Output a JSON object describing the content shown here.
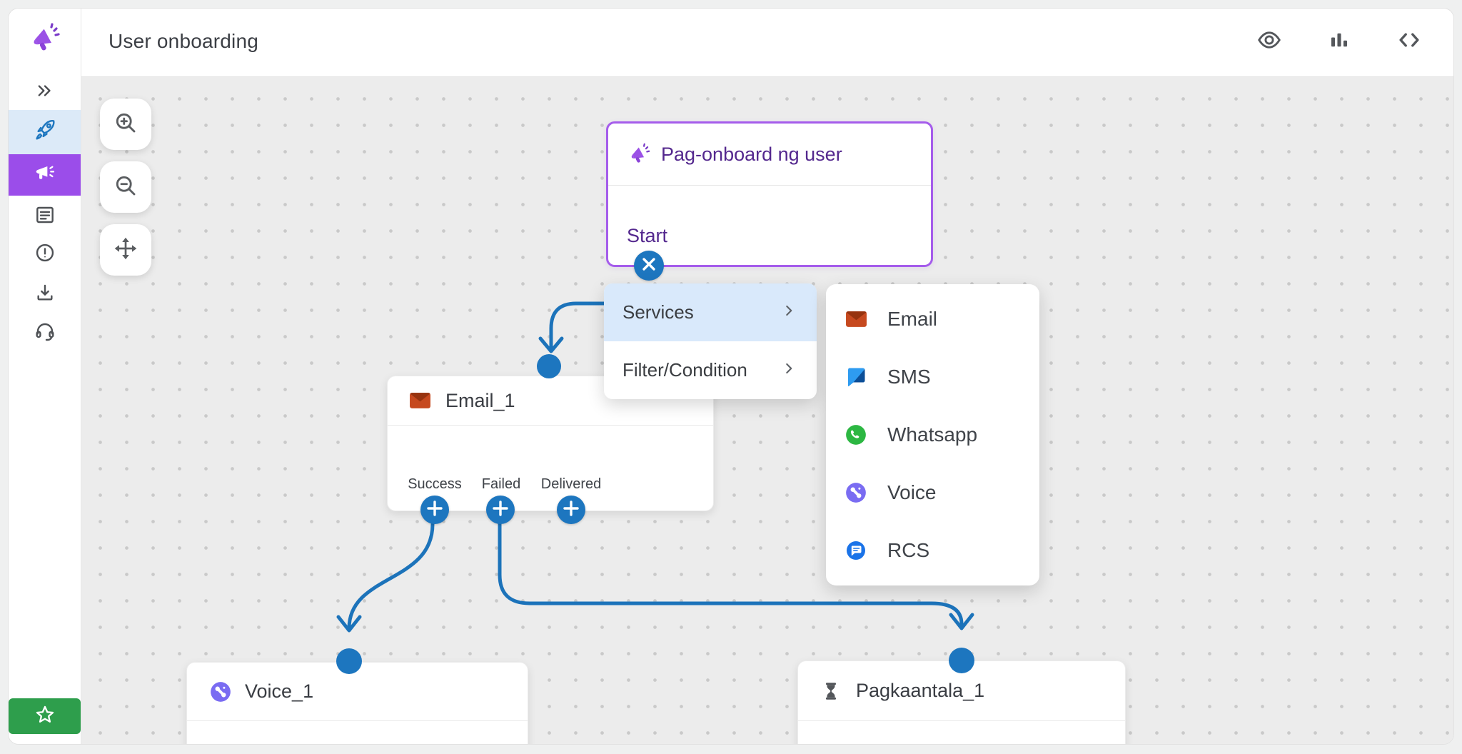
{
  "topbar": {
    "title": "User onboarding",
    "actions": [
      {
        "name": "preview",
        "icon": "eye-icon"
      },
      {
        "name": "analytics",
        "icon": "bar-chart-icon"
      },
      {
        "name": "code-view",
        "icon": "code-brackets-icon"
      }
    ]
  },
  "sidebar": {
    "logo_icon": "megaphone-logo",
    "expand_icon": "double-chevron-right-icon",
    "nav": [
      {
        "name": "launch",
        "icon": "rocket-icon",
        "active": false
      },
      {
        "name": "campaigns",
        "icon": "megaphone-icon",
        "active": true
      },
      {
        "name": "logs",
        "icon": "document-icon",
        "active": false
      },
      {
        "name": "alerts",
        "icon": "alert-circle-icon",
        "active": false
      },
      {
        "name": "export",
        "icon": "download-icon",
        "active": false
      },
      {
        "name": "support",
        "icon": "headset-icon",
        "active": false
      }
    ],
    "footer": {
      "name": "whats-new",
      "icon": "star-icon",
      "color": "#2E9E4C"
    }
  },
  "zoom_controls": [
    {
      "name": "zoom-in",
      "icon": "magnifier-plus-icon"
    },
    {
      "name": "zoom-out",
      "icon": "magnifier-minus-icon"
    },
    {
      "name": "pan",
      "icon": "move-arrows-icon"
    }
  ],
  "canvas": {
    "start_node": {
      "title": "Pag-onboard ng user",
      "label": "Start",
      "border_color": "#A55CEB"
    },
    "context_menu": {
      "items": [
        {
          "label": "Services",
          "selected": true
        },
        {
          "label": "Filter/Condition",
          "selected": false
        }
      ]
    },
    "services_menu": {
      "items": [
        {
          "label": "Email",
          "icon": "email-icon"
        },
        {
          "label": "SMS",
          "icon": "sms-icon"
        },
        {
          "label": "Whatsapp",
          "icon": "whatsapp-icon"
        },
        {
          "label": "Voice",
          "icon": "voice-icon"
        },
        {
          "label": "RCS",
          "icon": "rcs-icon"
        }
      ]
    },
    "nodes": {
      "email": {
        "title": "Email_1",
        "icon": "email-icon",
        "ports": [
          "Success",
          "Failed",
          "Delivered"
        ]
      },
      "voice": {
        "title": "Voice_1",
        "icon": "voice-icon"
      },
      "delay": {
        "title": "Pagkaantala_1",
        "icon": "hourglass-icon"
      }
    },
    "connector_color": "#1C73BA",
    "colors": {
      "accent_purple": "#9B4DEA",
      "accent_blue": "#1D76BF",
      "selected_row_blue": "#D9E9FB",
      "star_green": "#2E9E4C"
    }
  }
}
